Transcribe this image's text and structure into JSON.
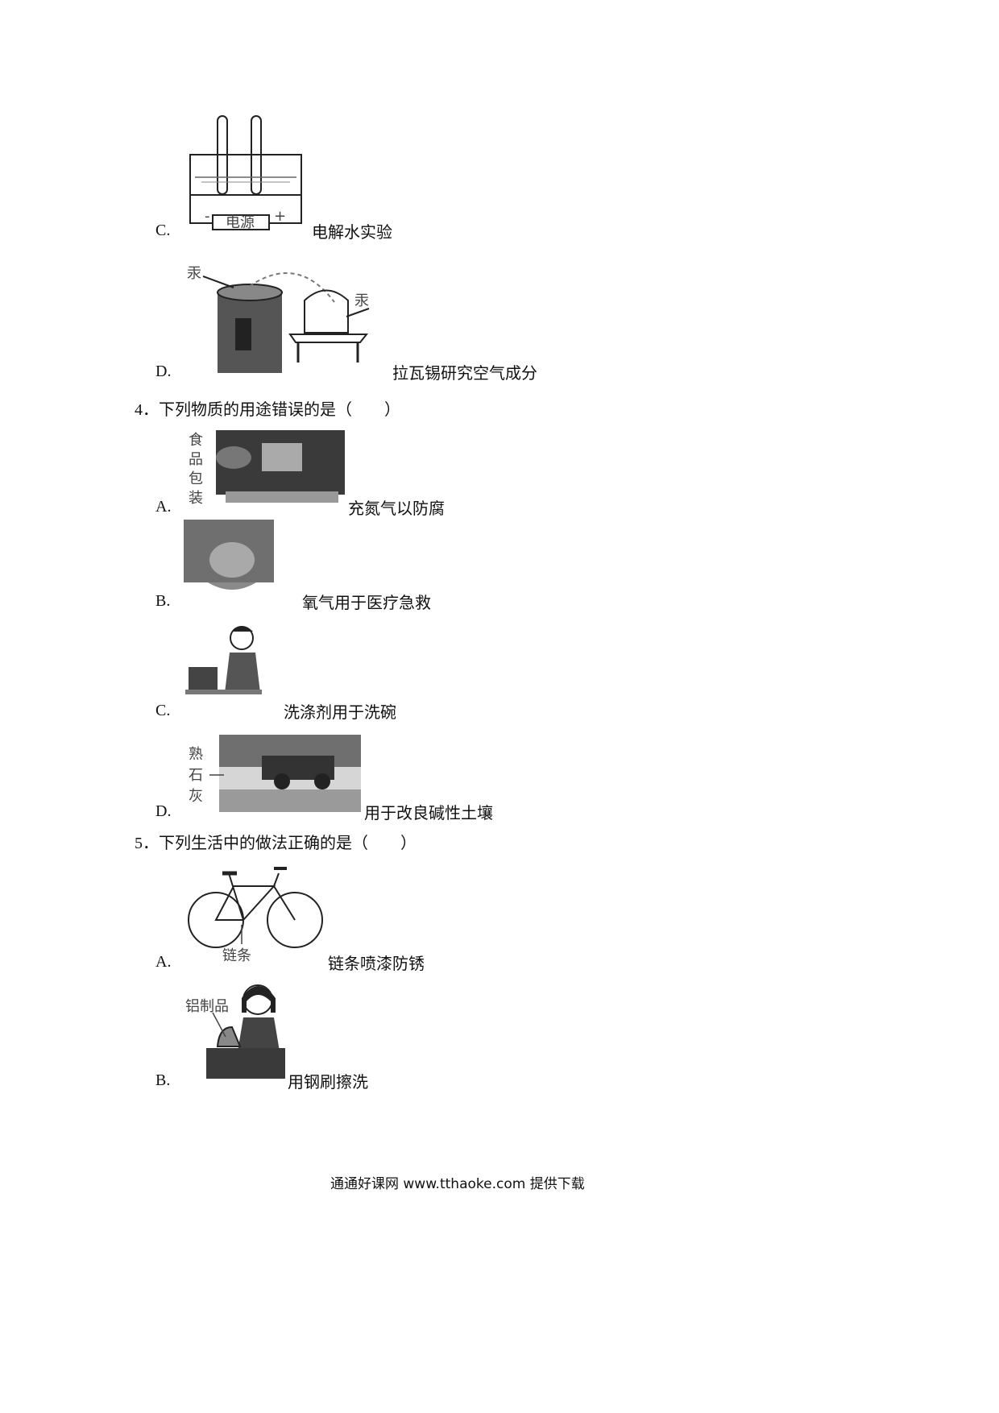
{
  "q3_options": [
    {
      "letter": "C.",
      "caption": "电解水实验",
      "image_text": [
        "电源",
        "-",
        "+"
      ]
    },
    {
      "letter": "D.",
      "caption": "拉瓦锡研究空气成分",
      "image_text": [
        "汞",
        "汞"
      ]
    }
  ],
  "q4": {
    "number": "4．",
    "stem": "下列物质的用途错误的是（　　）",
    "options": [
      {
        "letter": "A.",
        "caption": "充氮气以防腐",
        "image_text": [
          "食",
          "品",
          "包",
          "装"
        ]
      },
      {
        "letter": "B.",
        "caption": "氧气用于医疗急救"
      },
      {
        "letter": "C.",
        "caption": "洗涤剂用于洗碗"
      },
      {
        "letter": "D.",
        "caption": "用于改良碱性土壤",
        "image_text": [
          "熟",
          "石",
          "灰"
        ]
      }
    ]
  },
  "q5": {
    "number": "5．",
    "stem": "下列生活中的做法正确的是（　　）",
    "options": [
      {
        "letter": "A.",
        "caption": "链条喷漆防锈",
        "image_text": [
          "链条"
        ]
      },
      {
        "letter": "B.",
        "caption": "用钢刷擦洗",
        "image_text": [
          "铝制品"
        ]
      }
    ]
  },
  "footer": {
    "text": "通通好课网 www.tthaoke.com 提供下载"
  }
}
